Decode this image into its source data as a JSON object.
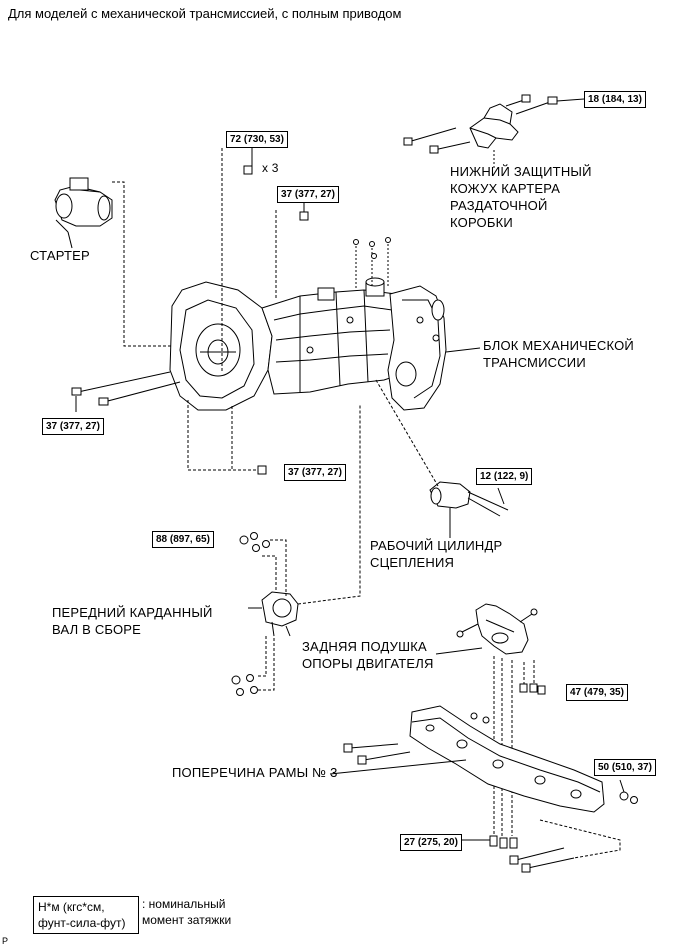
{
  "title": "Для моделей с механической трансмиссией, с полным приводом",
  "parts": {
    "starter": "СТАРТЕР",
    "lower_cover": [
      "НИЖНИЙ ЗАЩИТНЫЙ",
      "КОЖУХ КАРТЕРА",
      "РАЗДАТОЧНОЙ",
      "КОРОБКИ"
    ],
    "transmission": [
      "БЛОК МЕХАНИЧЕСКОЙ",
      "ТРАНСМИССИИ"
    ],
    "clutch_cylinder": [
      "РАБОЧИЙ ЦИЛИНДР",
      "СЦЕПЛЕНИЯ"
    ],
    "front_shaft": [
      "ПЕРЕДНИЙ КАРДАННЫЙ",
      "ВАЛ В СБОРЕ"
    ],
    "rear_mount": [
      "ЗАДНЯЯ ПОДУШКА",
      "ОПОРЫ ДВИГАТЕЛЯ"
    ],
    "crossmember": "ПОПЕРЕЧИНА РАМЫ № 3"
  },
  "torques": {
    "t1": "18 (184, 13)",
    "t2": "72 (730, 53)",
    "t2_qty": "x 3",
    "t3": "37 (377, 27)",
    "t4": "37 (377, 27)",
    "t5": "37 (377, 27)",
    "t6": "12 (122, 9)",
    "t7": "88 (897, 65)",
    "t8": "47 (479, 35)",
    "t9": "50 (510, 37)",
    "t10": "27 (275, 20)"
  },
  "legend": {
    "units": [
      "Н*м (кгс*см,",
      "фунт-сила-фут)"
    ],
    "desc": [
      ": номинальный",
      "момент затяжки"
    ]
  },
  "corner_mark": "P"
}
